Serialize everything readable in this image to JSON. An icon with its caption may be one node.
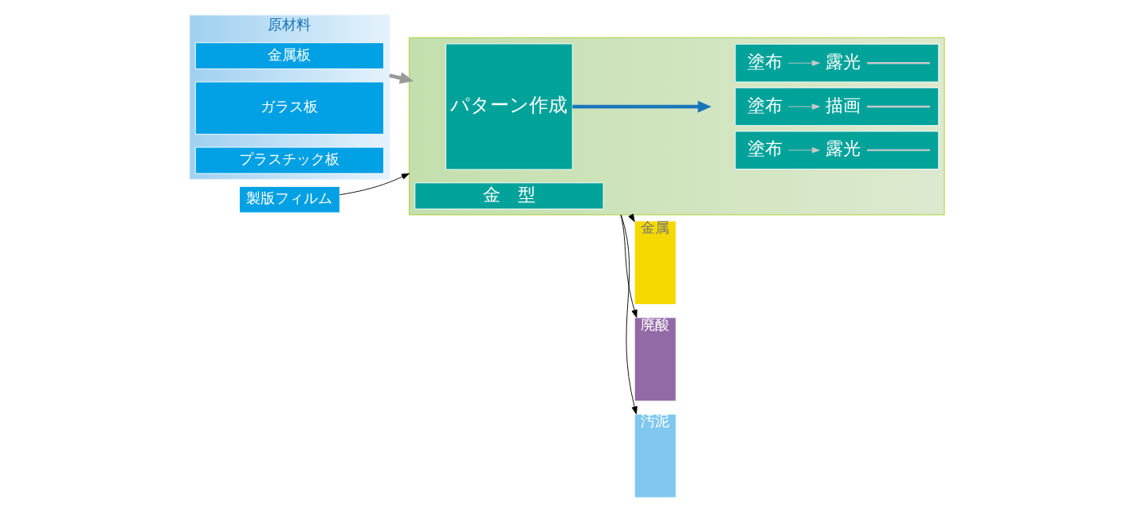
{
  "diagram": {
    "nodes": [
      {
        "text": [
          "原材料"
        ]
      },
      {
        "text": [
          "金属板"
        ],
        "in": 0
      },
      {
        "text": [
          "ガラス板"
        ],
        "in": 0
      },
      {
        "text": [
          "プラスチック板"
        ],
        "in": 0
      },
      {
        "text": [
          "製版フィルム"
        ]
      },
      {
        "text": [],
        "shape": "box"
      },
      {
        "text": [
          "パターン作成"
        ],
        "in": 5
      },
      {
        "text": [],
        "shape": "box",
        "in": 5
      },
      {
        "text": [
          "塗布"
        ],
        "in": 7
      },
      {
        "text": [
          "露光"
        ],
        "in": 7
      },
      {
        "text": [],
        "shape": "box",
        "in": 5
      },
      {
        "text": [
          "塗布"
        ],
        "in": 10
      },
      {
        "text": [
          "描画"
        ],
        "in": 10
      },
      {
        "text": [],
        "shape": "box",
        "in": 5
      },
      {
        "text": [
          "塗布"
        ],
        "in": 13
      },
      {
        "text": [
          "露光"
        ],
        "in": 13
      },
      {
        "text": [
          "金　型"
        ],
        "in": 5
      },
      {
        "text": [
          "金属"
        ]
      },
      {
        "text": [
          "廃酸"
        ]
      },
      {
        "text": [
          "汚泥"
        ]
      }
    ],
    "edges": [
      {
        "from": 0,
        "to": 5,
        "arrow": "to",
        "style": "thick",
        "color": "#999999"
      },
      {
        "from": 4,
        "to": 5,
        "arrow": "to",
        "color": "#000000"
      },
      {
        "from": 6,
        "to": null,
        "arrow": "to",
        "style": "thick",
        "color": "#1a75bb"
      },
      {
        "from": 8,
        "to": 9,
        "arrow": "to",
        "color": "#c8c8c8"
      },
      {
        "from": 9,
        "to": null,
        "arrow": "none",
        "color": "#c8c8c8"
      },
      {
        "from": 11,
        "to": 12,
        "arrow": "to",
        "color": "#c8c8c8"
      },
      {
        "from": 12,
        "to": null,
        "arrow": "none",
        "color": "#c8c8c8"
      },
      {
        "from": 14,
        "to": 15,
        "arrow": "to",
        "color": "#c8c8c8"
      },
      {
        "from": 15,
        "to": null,
        "arrow": "none",
        "color": "#c8c8c8"
      },
      {
        "from": 5,
        "to": 17,
        "arrow": "to",
        "color": "#000000"
      },
      {
        "from": 5,
        "to": 18,
        "arrow": "to",
        "color": "#000000"
      },
      {
        "from": 5,
        "to": 19,
        "arrow": "to",
        "color": "#000000"
      }
    ]
  }
}
